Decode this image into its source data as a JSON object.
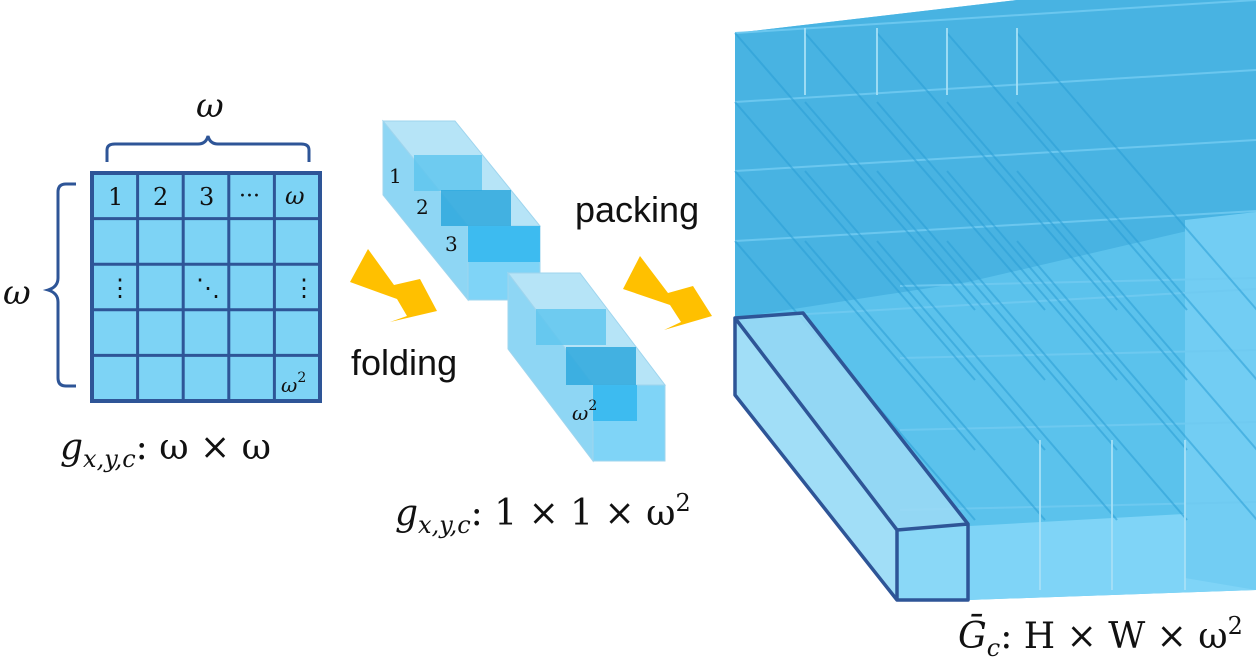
{
  "colors": {
    "cell_fill": "#7dd3f5",
    "grid_stroke": "#2e5597",
    "arrow": "#ffc000",
    "cube_side": "#5cc7ee",
    "cube_top": "#9fdcf6",
    "cube_front": "#7fd4f7",
    "dark_blue": "#2e5597",
    "fold_cell_dark": "#2ea8dd"
  },
  "grid": {
    "top_label": "ω",
    "left_label": "ω",
    "row1": [
      "1",
      "2",
      "3",
      "···",
      "ω"
    ],
    "row3_dots_left": "⋮",
    "row3_dots_diag": "⋱",
    "row3_dots_right": "⋮",
    "last_cell": "ω",
    "last_cell_sup": "2",
    "caption": {
      "g": "g",
      "sub": "x,y,c",
      "rest": ":  ω × ω"
    }
  },
  "folding": {
    "label": "folding",
    "cells": [
      "1",
      "2",
      "3"
    ],
    "last": "ω",
    "last_sup": "2",
    "caption": {
      "g": "g",
      "sub": "x,y,c",
      "rest": ": 1 × 1 × ω",
      "sup": "2"
    }
  },
  "packing": {
    "label": "packing",
    "caption": {
      "g": "Ḡ",
      "sub": "c",
      "rest": ": H × W × ω",
      "sup": "2"
    }
  }
}
